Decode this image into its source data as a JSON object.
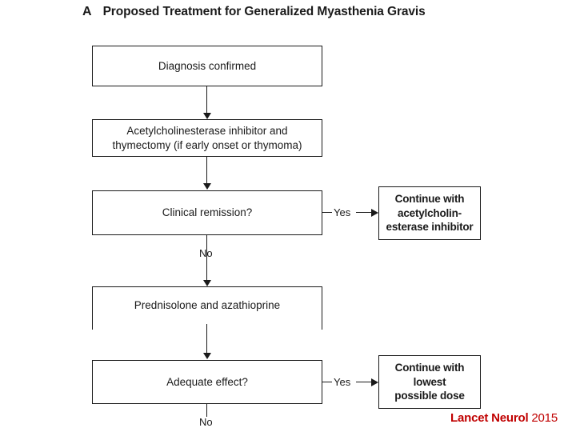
{
  "title": {
    "panel_letter": "A",
    "text": "Proposed Treatment for Generalized Myasthenia Gravis"
  },
  "flowchart": {
    "nodes": [
      {
        "id": "diagnosis",
        "label": "Diagnosis confirmed",
        "type": "process"
      },
      {
        "id": "first-line",
        "label": "Acetylcholinesterase inhibitor and\nthymectomy (if early onset or thymoma)",
        "type": "process"
      },
      {
        "id": "clinical-remission",
        "label": "Clinical remission?",
        "type": "decision"
      },
      {
        "id": "continue-ache",
        "label": "Continue with\nacetylcholin-\nesterase inhibitor",
        "type": "outcome"
      },
      {
        "id": "prednisolone",
        "label": "Prednisolone and azathioprine",
        "type": "process"
      },
      {
        "id": "adequate-effect",
        "label": "Adequate effect?",
        "type": "decision"
      },
      {
        "id": "continue-lowest-dose",
        "label": "Continue with\nlowest\npossible dose",
        "type": "outcome"
      }
    ],
    "edge_labels": {
      "remission_yes": "Yes",
      "remission_no": "No",
      "adequate_yes": "Yes",
      "adequate_no": "No"
    }
  },
  "credit": {
    "journal": "Lancet Neurol",
    "year": "2015",
    "color": "#C00000"
  },
  "colors": {
    "stroke": "#1a1a1a",
    "background": "#ffffff",
    "credit_red": "#C00000"
  }
}
